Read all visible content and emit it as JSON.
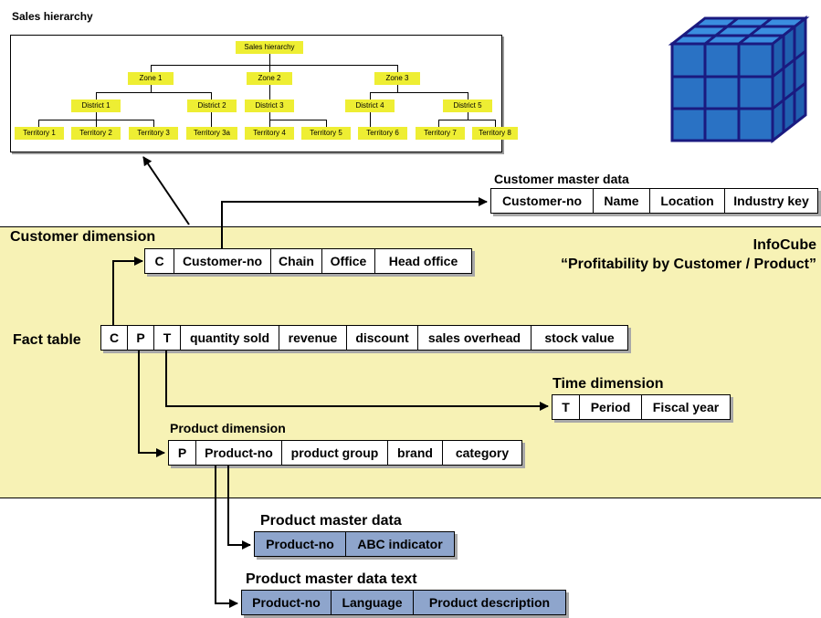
{
  "hierarchy": {
    "title": "Sales hierarchy",
    "root": "Sales hierarchy",
    "zones": [
      "Zone 1",
      "Zone 2",
      "Zone 3"
    ],
    "districts": [
      "District 1",
      "District 2",
      "District 3",
      "District 4",
      "District 5"
    ],
    "territories": [
      "Territory 1",
      "Territory 2",
      "Territory 3",
      "Territory 3a",
      "Territory 4",
      "Territory 5",
      "Territory 6",
      "Territory 7",
      "Territory 8"
    ]
  },
  "customer_master": {
    "title": "Customer master data",
    "columns": [
      "Customer-no",
      "Name",
      "Location",
      "Industry key"
    ]
  },
  "infocube": {
    "line1": "InfoCube",
    "line2": "“Profitability by Customer / Product”"
  },
  "customer_dimension": {
    "title": "Customer dimension",
    "columns": [
      "C",
      "Customer-no",
      "Chain",
      "Office",
      "Head office"
    ]
  },
  "fact_table": {
    "title": "Fact table",
    "columns": [
      "C",
      "P",
      "T",
      "quantity sold",
      "revenue",
      "discount",
      "sales overhead",
      "stock value"
    ]
  },
  "time_dimension": {
    "title": "Time dimension",
    "columns": [
      "T",
      "Period",
      "Fiscal year"
    ]
  },
  "product_dimension": {
    "title": "Product dimension",
    "columns": [
      "P",
      "Product-no",
      "product group",
      "brand",
      "category"
    ]
  },
  "product_master": {
    "title": "Product master data",
    "columns": [
      "Product-no",
      "ABC indicator"
    ]
  },
  "product_master_text": {
    "title": "Product master data text",
    "columns": [
      "Product-no",
      "Language",
      "Product description"
    ]
  },
  "colors": {
    "hierarchy_node": "#eeee33",
    "infocube_band": "#f7f2b5",
    "master_table": "#8ea5cc",
    "cube_face": "#2a72c4",
    "cube_edge": "#1a1a80"
  },
  "icons": [
    "cube-icon"
  ]
}
